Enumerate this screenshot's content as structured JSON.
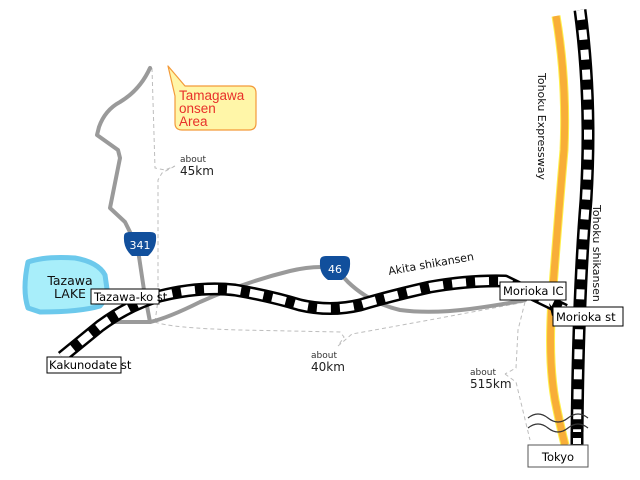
{
  "map": {
    "callout": {
      "lines": [
        "Tamagawa",
        "onsen",
        "Area"
      ],
      "text_color": "#e8302a",
      "fill_color": "#fff6a8",
      "border_color": "#f39a3a"
    },
    "lake": {
      "lines": [
        "Tazawa",
        "LAKE"
      ],
      "fill_color": "#a8eefa",
      "border_color": "#6cc9ec"
    },
    "route_shields": [
      {
        "number": "341"
      },
      {
        "number": "46"
      }
    ],
    "rail_lines": {
      "akita": "Akita shikansen",
      "tohoku": "Tohoku shikansen"
    },
    "expressway": {
      "name": "Tohoku Expressway",
      "color": "#f8ae38"
    },
    "stations": {
      "tazawako": "Tazawa-ko st",
      "kakunodate": "Kakunodate st",
      "morioka_ic": "Morioka IC",
      "morioka": "Morioka st",
      "tokyo": "Tokyo"
    },
    "distances": [
      {
        "prefix": "about",
        "value": "45km"
      },
      {
        "prefix": "about",
        "value": "40km"
      },
      {
        "prefix": "about",
        "value": "515km"
      }
    ],
    "colors": {
      "road": "#9a9a9a",
      "shield": "#114f9c",
      "rail": "#000000",
      "dashed_guide": "#bdbdbd"
    }
  }
}
